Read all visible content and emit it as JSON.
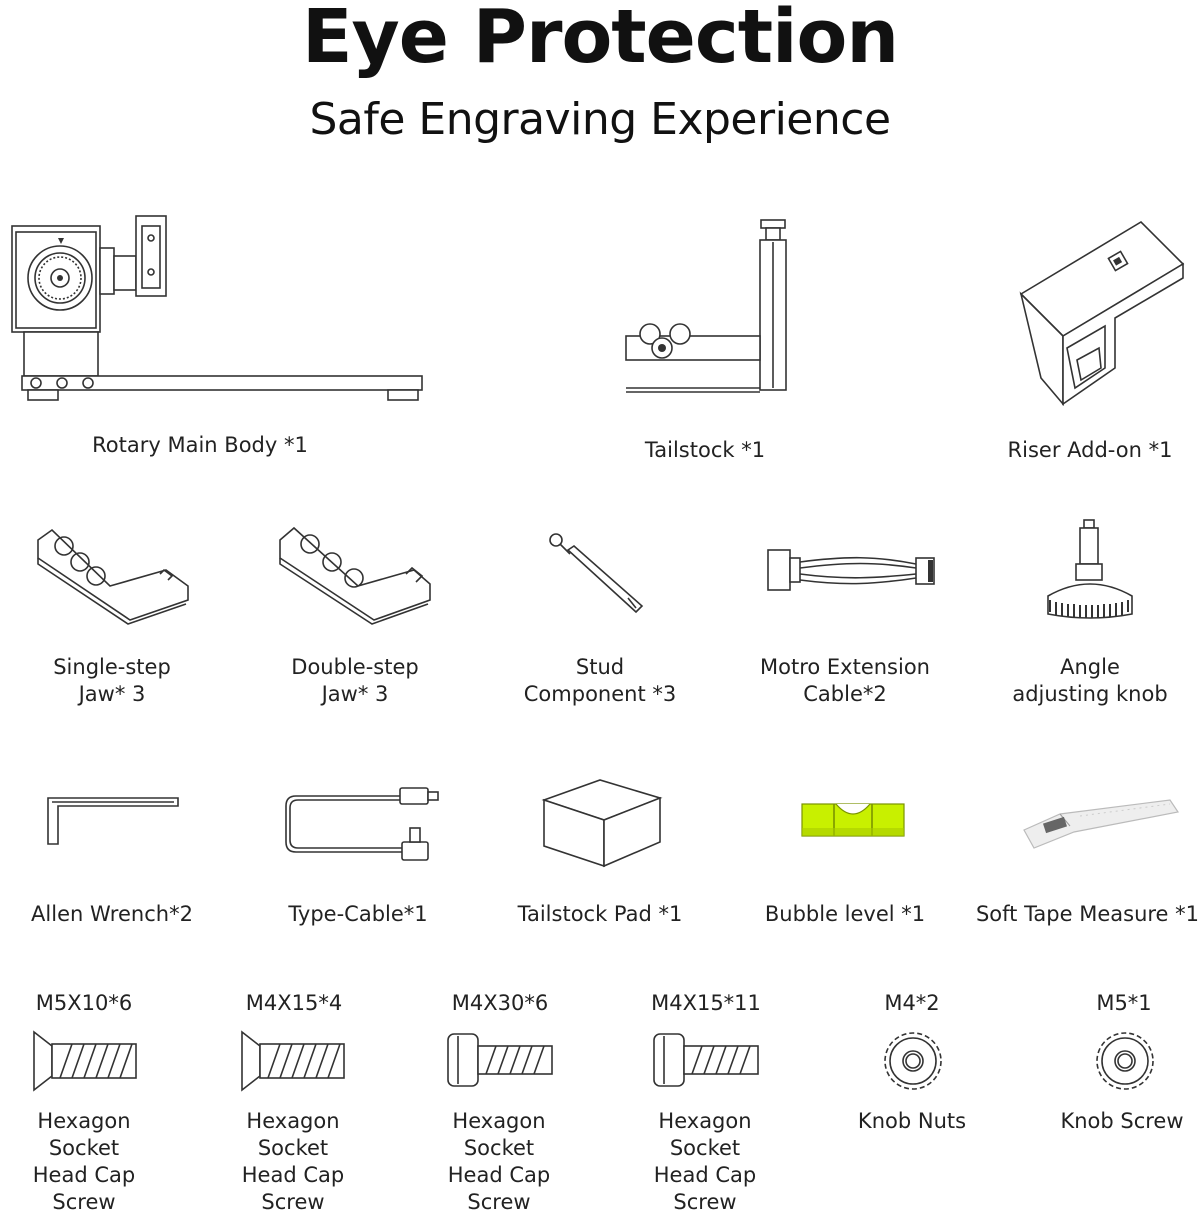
{
  "header": {
    "title": "Eye Protection",
    "subtitle": "Safe Engraving Experience"
  },
  "row1": [
    {
      "label": "Rotary Main Body *1",
      "icon": "rotary-main-body-icon"
    },
    {
      "label": "Tailstock *1",
      "icon": "tailstock-icon"
    },
    {
      "label": "Riser Add-on *1",
      "icon": "riser-addon-icon"
    }
  ],
  "row2": [
    {
      "label": "Single-step\nJaw* 3",
      "icon": "single-step-jaw-icon"
    },
    {
      "label": "Double-step\nJaw* 3",
      "icon": "double-step-jaw-icon"
    },
    {
      "label": "Stud\nComponent *3",
      "icon": "stud-component-icon"
    },
    {
      "label": "Motro Extension\nCable*2",
      "icon": "extension-cable-icon"
    },
    {
      "label": "Angle\nadjusting knob",
      "icon": "angle-knob-icon"
    }
  ],
  "row3": [
    {
      "label": "Allen Wrench*2",
      "icon": "allen-wrench-icon"
    },
    {
      "label": "Type-Cable*1",
      "icon": "type-cable-icon"
    },
    {
      "label": "Tailstock Pad *1",
      "icon": "tailstock-pad-icon"
    },
    {
      "label": "Bubble level *1",
      "icon": "bubble-level-icon"
    },
    {
      "label": "Soft Tape Measure *1",
      "icon": "tape-measure-icon"
    }
  ],
  "row4": [
    {
      "spec": "M5X10*6",
      "label": "Hexagon Socket\nHead Cap Screw",
      "icon": "countersunk-screw-icon"
    },
    {
      "spec": "M4X15*4",
      "label": "Hexagon Socket\nHead Cap Screw",
      "icon": "countersunk-screw-icon"
    },
    {
      "spec": "M4X30*6",
      "label": "Hexagon Socket\nHead Cap Screw",
      "icon": "cap-screw-icon"
    },
    {
      "spec": "M4X15*11",
      "label": "Hexagon Socket\nHead Cap Screw",
      "icon": "cap-screw-icon"
    },
    {
      "spec": "M4*2",
      "label": "Knob Nuts",
      "icon": "knob-nut-icon"
    },
    {
      "spec": "M5*1",
      "label": "Knob Screw",
      "icon": "knob-screw-icon"
    }
  ],
  "colors": {
    "text": "#1a1a1a",
    "line": "#333333",
    "bubble_level": "#c8f000"
  }
}
